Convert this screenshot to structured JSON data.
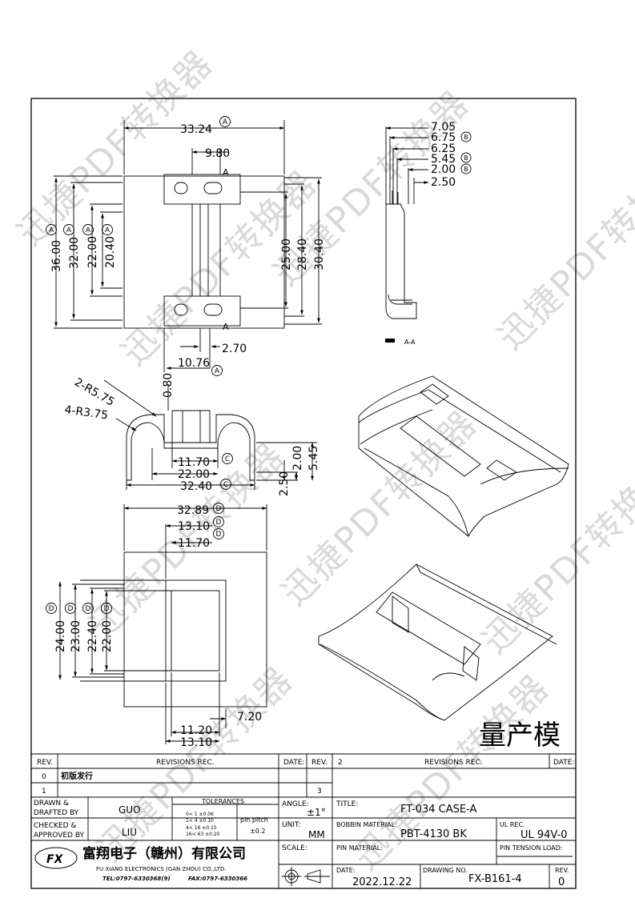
{
  "watermark": {
    "text": "迅捷PDF转换器"
  },
  "top_view": {
    "dims": {
      "overall_length": "33.24",
      "overall_length_ref": "A",
      "slot_width": "9.80",
      "width_a": "36.00",
      "width_a_ref": "A",
      "width_b": "32.00",
      "width_b_ref": "A",
      "width_c": "22.00",
      "width_c_ref": "A",
      "width_d": "20.40",
      "width_d_ref": "A",
      "right_a": "25.00",
      "right_b": "28.40",
      "right_c": "30.40",
      "tab": "2.70",
      "offset": "10.76",
      "offset_ref": "A",
      "section_mark": "A"
    }
  },
  "side_view": {
    "dims": {
      "d1": "7.05",
      "d2": "6.75",
      "d2_ref": "B",
      "d3": "6.25",
      "d4": "5.45",
      "d4_ref": "B",
      "d5": "2.00",
      "d5_ref": "B",
      "d6": "2.50"
    },
    "section_label": "A-A"
  },
  "front_view": {
    "dims": {
      "top": "0.80",
      "r1": "2-R5.75",
      "r2": "4-R3.75",
      "w1": "11.70",
      "w1_ref": "C",
      "w2": "22.00",
      "w3": "32.40",
      "w3_ref": "C",
      "h1": "2.50",
      "h2": "2.00",
      "h3": "5.45"
    }
  },
  "bottom_view": {
    "dims": {
      "l1": "32.89",
      "l1_ref": "D",
      "l2": "13.10",
      "l2_ref": "D",
      "l3": "11.70",
      "l3_ref": "D",
      "v1": "24.00",
      "v1_ref": "D",
      "v2": "23.00",
      "v2_ref": "D",
      "v3": "22.40",
      "v3_ref": "D",
      "v4": "22.00",
      "v4_ref": "D",
      "b1": "7.20",
      "b2": "11.20",
      "b3": "13.10"
    }
  },
  "stamp": "量产模",
  "title_block": {
    "rev_header": "REV.",
    "revisions_header": "REVISIONS  REC.",
    "date_header": "DATE:",
    "rev_header2": "REV.",
    "rev_col2": "2",
    "revisions_header2": "REVISIONS  REC.",
    "date_header2": "DATE:",
    "row0_rev": "0",
    "row0_text": "初版发行",
    "row1_rev": "1",
    "row1_num": "3",
    "drawn_label_1": "DRAWN &",
    "drawn_label_2": "DRAFTED BY",
    "drawn_value": "GUO",
    "checked_label_1": "CHECKED &",
    "checked_label_2": "APPROVED BY",
    "checked_value": "LIU",
    "tol_header": "TOLERANCES",
    "tol_rows": [
      "0<  1  ±0.06",
      "1<  4  ±0.10",
      "4<  16 ±0.15",
      "16<  63 ±0.20"
    ],
    "pin_pitch_label": "pin pitch",
    "pin_pitch_value": "±0.2",
    "angle_label": "ANGLE:",
    "angle_value": "±1°",
    "unit_label": "UNIT:",
    "unit_value": "MM",
    "scale_label": "SCALE:",
    "title_label": "TITLE:",
    "title_value": "FT-034 CASE-A",
    "bobbin_label": "BOBBIN MATERIAL:",
    "bobbin_value": "PBT-4130 BK",
    "ul_label": "UL REC.",
    "ul_value": "UL 94V-0",
    "pin_material_label": "PIN MATERIAL:",
    "pin_tension_label": "PIN TENSION LOAD:",
    "date_label": "DATE:",
    "date_value": "2022.12.22",
    "drawing_no_label": "DRAWING NO.",
    "drawing_no_value": "FX-B161-4",
    "rev_label": "REV.",
    "rev_value": "0",
    "company_cn": "富翔电子（赣州）有限公司",
    "company_en": "FU XIANG ELECTRONICS (GAN ZHOU) CO.,LTD.",
    "tel": "TEL:0797-6330368(9)",
    "fax": "FAX:0797-6330366",
    "logo_text": "FX"
  }
}
